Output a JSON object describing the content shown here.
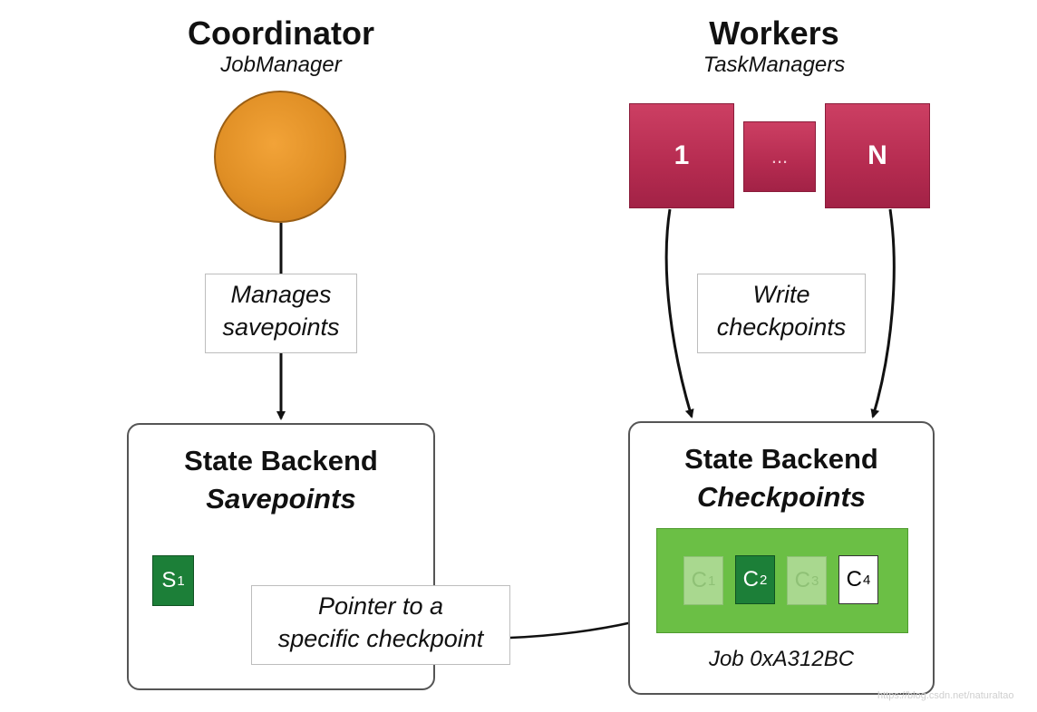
{
  "coordinator": {
    "title": "Coordinator",
    "subtitle": "JobManager"
  },
  "workers": {
    "title": "Workers",
    "subtitle": "TaskManagers",
    "first_label": "1",
    "ellipsis_label": "...",
    "last_label": "N"
  },
  "labels": {
    "manages_line1": "Manages",
    "manages_line2": "savepoints",
    "write_line1": "Write",
    "write_line2": "checkpoints",
    "pointer_line1": "Pointer to a",
    "pointer_line2": "specific checkpoint"
  },
  "savepoints_backend": {
    "title": "State Backend",
    "subtitle": "Savepoints",
    "item_letter": "S",
    "item_index": "1"
  },
  "checkpoints_backend": {
    "title": "State Backend",
    "subtitle": "Checkpoints",
    "job_label": "Job 0xA312BC",
    "items": [
      {
        "letter": "C",
        "index": "1"
      },
      {
        "letter": "C",
        "index": "2"
      },
      {
        "letter": "C",
        "index": "3"
      },
      {
        "letter": "C",
        "index": "4"
      }
    ]
  },
  "watermark": "https://blog.csdn.net/naturaltao",
  "colors": {
    "coordinator": "#e08f25",
    "worker": "#b52b50",
    "checkpoint_area": "#6bbf45",
    "checkpoint_selected": "#1c7f38",
    "checkpoint_faded": "#a9d88f"
  }
}
